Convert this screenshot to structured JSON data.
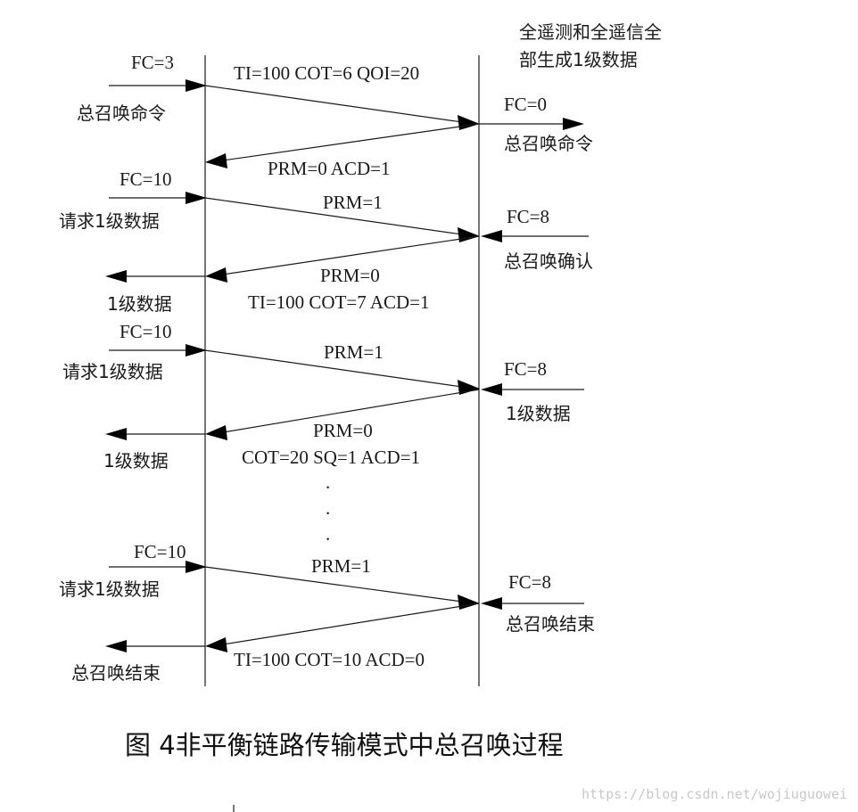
{
  "note_top_right": [
    "全遥测和全遥信全",
    "部生成1级数据"
  ],
  "exchanges": [
    {
      "left_fc": "FC=3",
      "left_desc": "总召唤命令",
      "fwd_label": [
        "TI=100 COT=6 QOI=20"
      ],
      "right_fc": "FC=0",
      "right_desc": "总召唤命令",
      "back_label": [
        "PRM=0 ACD=1"
      ]
    },
    {
      "left_fc": "FC=10",
      "left_desc": "请求1级数据",
      "fwd_label": [
        "PRM=1"
      ],
      "right_fc": "FC=8",
      "right_desc": "总召唤确认",
      "back_label": [
        "PRM=0",
        "TI=100 COT=7 ACD=1"
      ],
      "left_out": "1级数据"
    },
    {
      "left_fc": "FC=10",
      "left_desc": "请求1级数据",
      "fwd_label": [
        "PRM=1"
      ],
      "right_fc": "FC=8",
      "right_desc": "1级数据",
      "back_label": [
        "PRM=0",
        "COT=20 SQ=1 ACD=1"
      ],
      "left_out": "1级数据"
    },
    {
      "left_fc": "FC=10",
      "left_desc": "请求1级数据",
      "fwd_label": [
        "PRM=1"
      ],
      "right_fc": "FC=8",
      "right_desc": "总召唤结束",
      "back_label": [
        "TI=100 COT=10 ACD=0"
      ],
      "left_out": "总召唤结束"
    }
  ],
  "continuation_dots": [
    ".",
    ".",
    "."
  ],
  "caption": "图 4非平衡链路传输模式中总召唤过程",
  "watermark": "https://blog.csdn.net/wojiuguowei"
}
